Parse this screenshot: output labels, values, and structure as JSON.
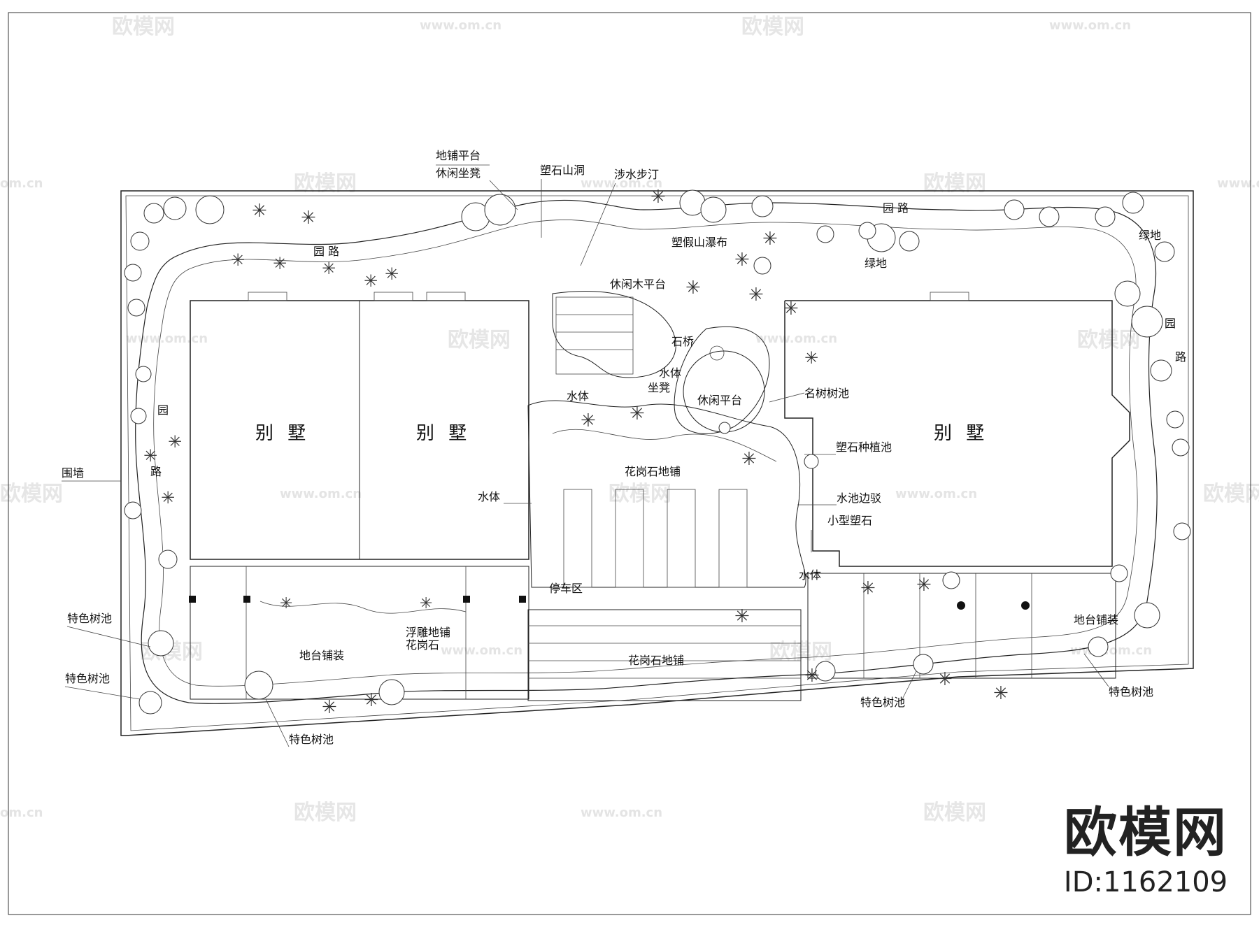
{
  "labels": {
    "villa_1": "别 墅",
    "villa_2": "别 墅",
    "villa_3": "别 墅",
    "paved_platform": "地铺平台",
    "leisure_bench": "休闲坐凳",
    "rock_cave": "塑石山洞",
    "stepping_stones": "涉水步汀",
    "garden_path_top_left": "园 路",
    "garden_path_top_right": "园 路",
    "garden_path_left": "园",
    "garden_path_left_2": "路",
    "garden_path_right": "园",
    "garden_path_right_2": "路",
    "rockery_waterfall": "塑假山瀑布",
    "green_land_1": "绿地",
    "green_land_2": "绿地",
    "wood_deck": "休闲木平台",
    "stone_bridge": "石桥",
    "water_bench_1": "水体",
    "water_bench_2": "坐凳",
    "water_1": "水体",
    "leisure_platform": "休闲平台",
    "famous_tree_pool": "名树树池",
    "rock_planter": "塑石种植池",
    "granite_paving_top": "花岗石地铺",
    "water_2": "水体",
    "pool_revetment": "水池边驳",
    "small_rock": "小型塑石",
    "enclosure_wall": "围墙",
    "parking": "停车区",
    "water_3": "水体",
    "feature_tree_pool_1": "特色树池",
    "feature_tree_pool_2": "特色树池",
    "feature_tree_pool_3": "特色树池",
    "feature_tree_pool_4": "特色树池",
    "feature_tree_pool_5": "特色树池",
    "terrace_paving_left": "地台铺装",
    "relief_paving_1": "浮雕地铺",
    "relief_paving_2": "花岗石",
    "granite_paving_bottom": "花岗石地铺",
    "terrace_paving_right": "地台铺装"
  },
  "watermark": {
    "brand_small": "欧模网",
    "url": "www.om.cn",
    "url_fragment": "om.cn"
  },
  "brand": {
    "name": "欧模网",
    "id": "ID:1162109"
  },
  "colors": {
    "line": "#222222",
    "watermark": "#e6e6e6",
    "background": "#ffffff"
  }
}
